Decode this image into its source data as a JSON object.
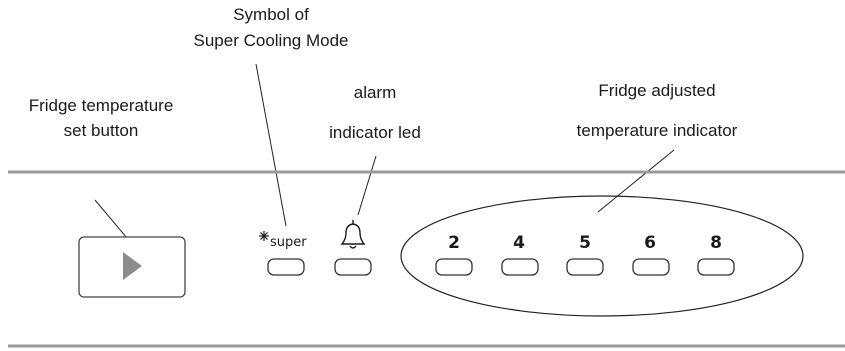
{
  "labels": {
    "set_button": [
      "Fridge temperature",
      "set button"
    ],
    "super_symbol": [
      "Symbol of",
      "Super Cooling Mode"
    ],
    "alarm": [
      "alarm",
      "indicator led"
    ],
    "adjusted_temp": [
      "Fridge adjusted",
      "temperature  indicator"
    ]
  },
  "panel": {
    "super_text": "super",
    "super_icon": "snowflake-icon",
    "alarm_icon": "bell-icon",
    "play_icon": "play-triangle-icon",
    "temperatures": [
      "2",
      "4",
      "5",
      "6",
      "8"
    ]
  },
  "colors": {
    "panel_line": "#9a9a9a",
    "button_outline": "#333333",
    "play_triangle": "#8c8c8c"
  }
}
